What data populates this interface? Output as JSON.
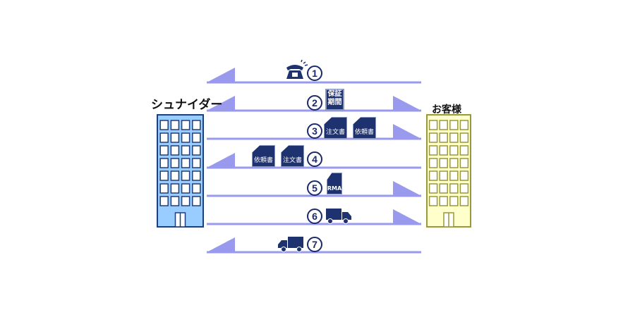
{
  "labels": {
    "schneider": "シュナイダー",
    "customer": "お客様"
  },
  "steps": [
    {
      "number": "1",
      "direction": "left",
      "icon": "phone-icon"
    },
    {
      "number": "2",
      "direction": "both",
      "icon": "warranty-period-document-icon",
      "doc_text": [
        "保証",
        "期間"
      ]
    },
    {
      "number": "3",
      "direction": "right",
      "icon": "documents-icon",
      "docs": [
        "注文書",
        "依頼書"
      ]
    },
    {
      "number": "4",
      "direction": "left",
      "icon": "documents-icon",
      "docs": [
        "依頼書",
        "注文書"
      ]
    },
    {
      "number": "5",
      "direction": "right",
      "icon": "rma-document-icon",
      "doc_text": "RMA"
    },
    {
      "number": "6",
      "direction": "right",
      "icon": "truck-icon"
    },
    {
      "number": "7",
      "direction": "left",
      "icon": "truck-icon"
    }
  ],
  "colors": {
    "arrow": "#9999ee",
    "schneider_building": "#99ccff",
    "customer_building": "#ffffcc",
    "icon": "#1f3270"
  }
}
